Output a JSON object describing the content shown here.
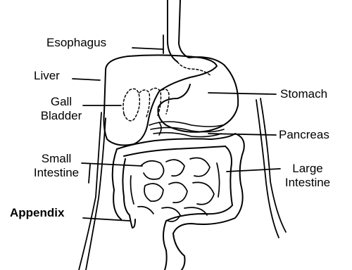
{
  "labels": {
    "esophagus": "Esophagus",
    "liver": "Liver",
    "gall_bladder_line1": "Gall",
    "gall_bladder_line2": "Bladder",
    "small_intestine_line1": "Small",
    "small_intestine_line2": "Intestine",
    "appendix": "Appendix",
    "stomach": "Stomach",
    "pancreas": "Pancreas",
    "large_intestine_line1": "Large",
    "large_intestine_line2": "Intestine"
  },
  "colors": {
    "ink": "#000000",
    "background": "#ffffff"
  }
}
